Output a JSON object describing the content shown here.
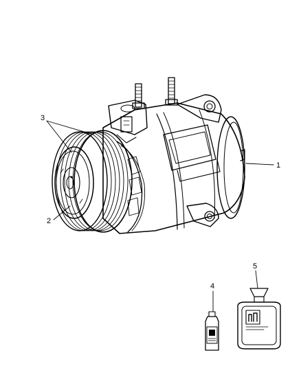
{
  "callouts": {
    "c1": "1",
    "c2": "2",
    "c3": "3",
    "c4": "4",
    "c5": "5"
  },
  "colors": {
    "line": "#000000",
    "background": "#ffffff",
    "shade": "#d9d9d9"
  },
  "parts": [
    {
      "callout": "1",
      "item": "compressor"
    },
    {
      "callout": "2",
      "item": "clutch-plate"
    },
    {
      "callout": "3",
      "item": "pulley"
    },
    {
      "callout": "4",
      "item": "oil-bottle"
    },
    {
      "callout": "5",
      "item": "refrigerant-tank"
    }
  ]
}
